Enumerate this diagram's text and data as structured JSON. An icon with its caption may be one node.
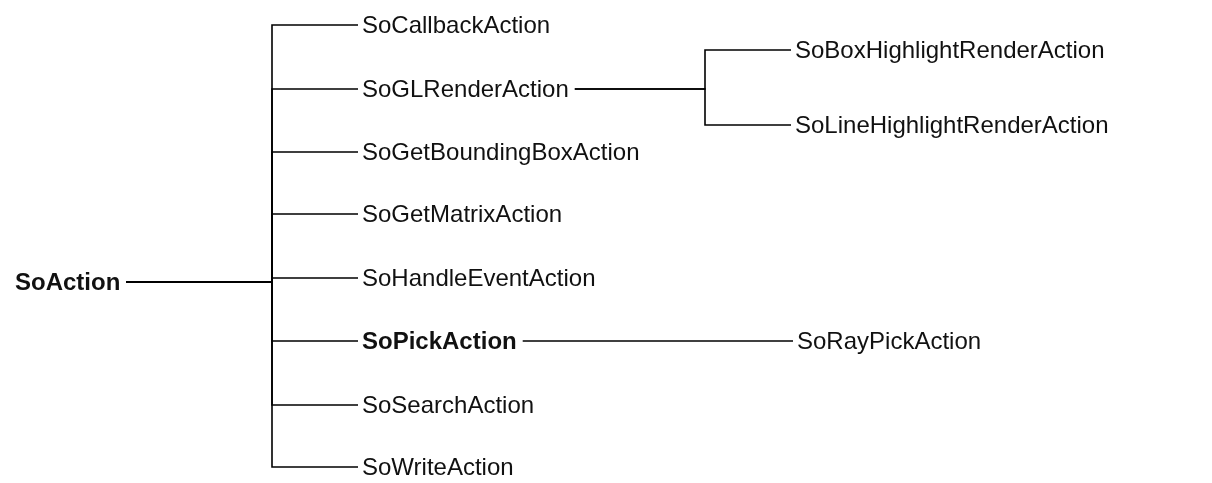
{
  "diagram": {
    "nodes": [
      {
        "text": [
          "SoAction"
        ]
      },
      {
        "text": [
          "SoCallbackAction"
        ]
      },
      {
        "text": [
          "SoGLRenderAction"
        ]
      },
      {
        "text": [
          "SoGetBoundingBoxAction"
        ]
      },
      {
        "text": [
          "SoGetMatrixAction"
        ]
      },
      {
        "text": [
          "SoHandleEventAction"
        ]
      },
      {
        "text": [
          "SoPickAction"
        ]
      },
      {
        "text": [
          "SoSearchAction"
        ]
      },
      {
        "text": [
          "SoWriteAction"
        ]
      },
      {
        "text": [
          "SoBoxHighlightRenderAction"
        ]
      },
      {
        "text": [
          "SoLineHighlightRenderAction"
        ]
      },
      {
        "text": [
          "SoRayPickAction"
        ]
      }
    ],
    "edges": [
      {
        "from": 0,
        "to": 1,
        "arrow": "none"
      },
      {
        "from": 0,
        "to": 2,
        "arrow": "none"
      },
      {
        "from": 0,
        "to": 3,
        "arrow": "none"
      },
      {
        "from": 0,
        "to": 4,
        "arrow": "none"
      },
      {
        "from": 0,
        "to": 5,
        "arrow": "none"
      },
      {
        "from": 0,
        "to": 6,
        "arrow": "none"
      },
      {
        "from": 0,
        "to": 7,
        "arrow": "none"
      },
      {
        "from": 0,
        "to": 8,
        "arrow": "none"
      },
      {
        "from": 2,
        "to": 9,
        "arrow": "none"
      },
      {
        "from": 2,
        "to": 10,
        "arrow": "none"
      },
      {
        "from": 6,
        "to": 11,
        "arrow": "none"
      }
    ]
  }
}
